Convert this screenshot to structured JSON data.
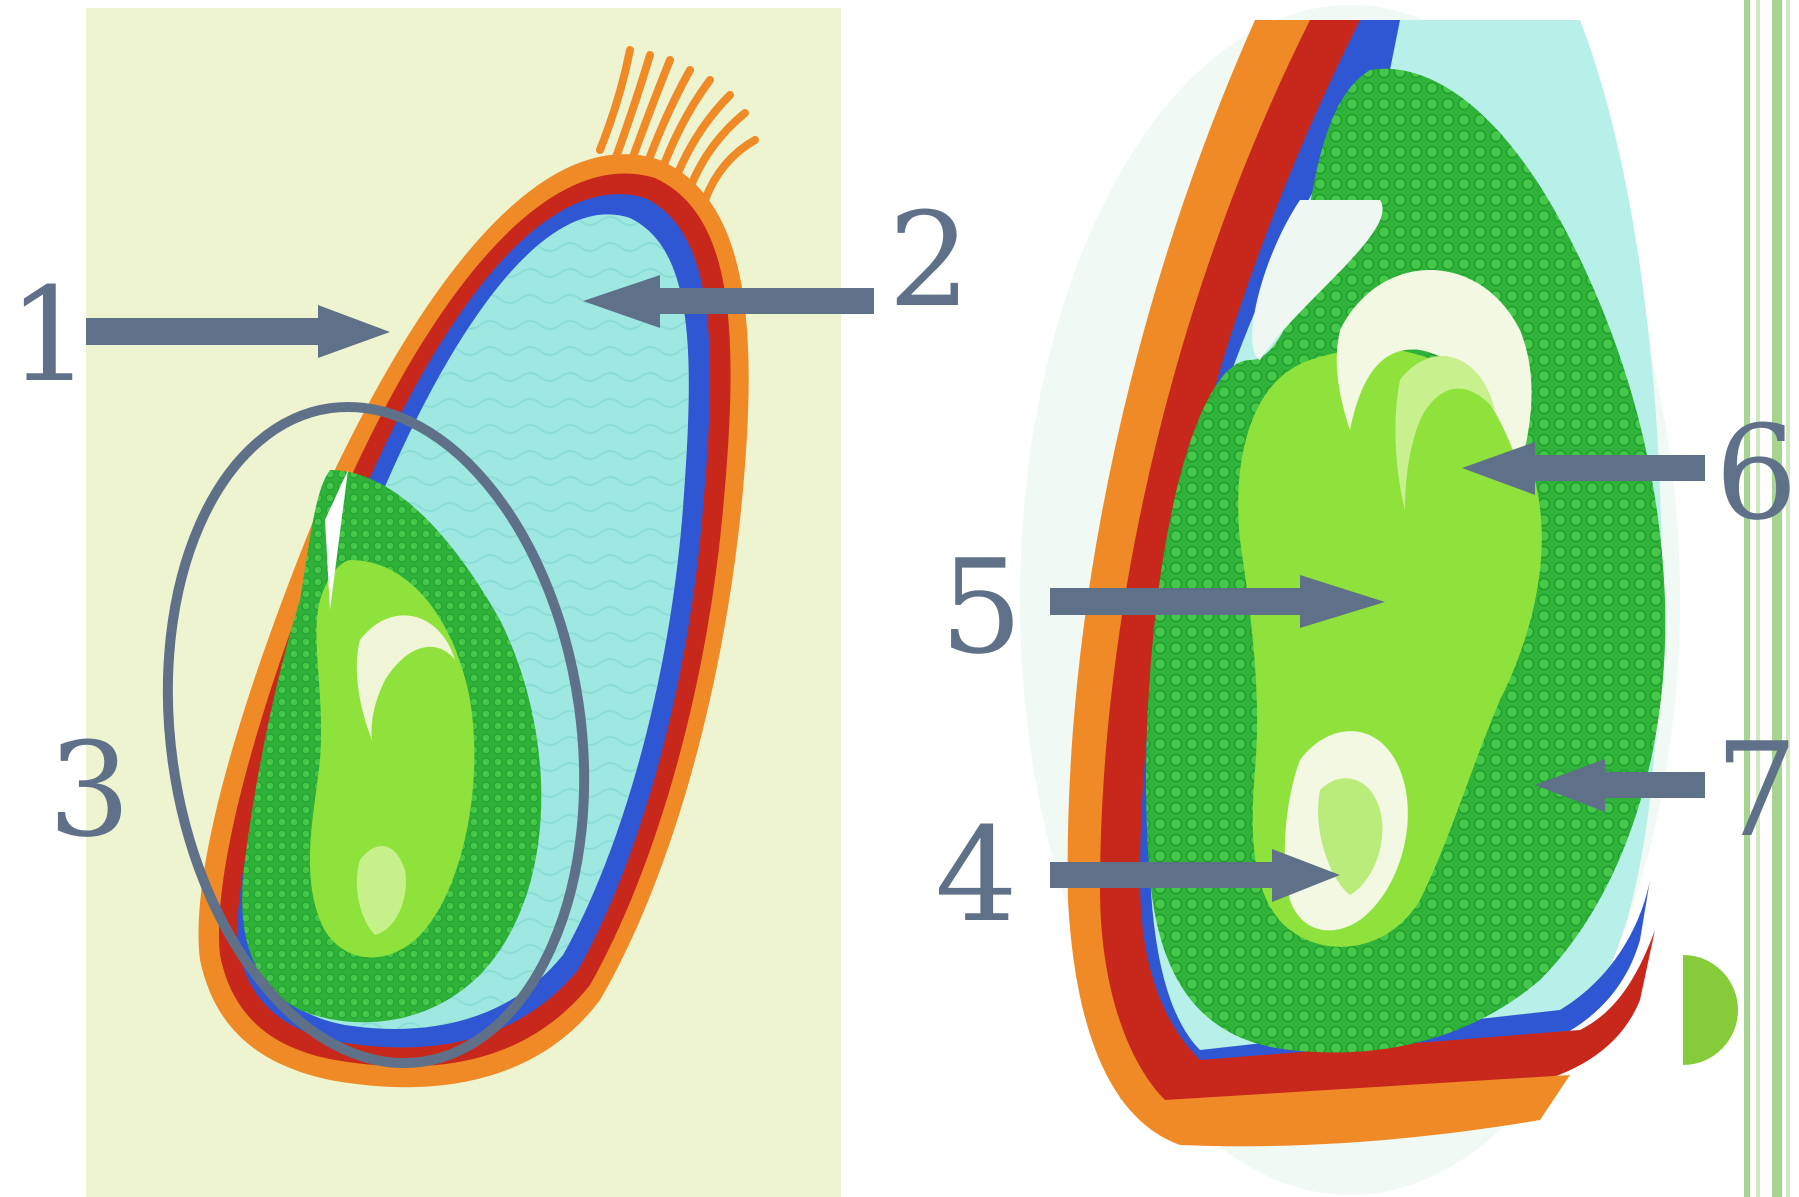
{
  "labels": {
    "l1": "1",
    "l2": "2",
    "l3": "3",
    "l4": "4",
    "l5": "5",
    "l6": "6",
    "l7": "7"
  },
  "colors": {
    "panel_bg": "#eef4cf",
    "pericarp": "#ef8a26",
    "seed_coat": "#c8281b",
    "aleurone": "#2f57d4",
    "endosperm": "#9ee8e1",
    "scutellum": "#33b83e",
    "embryo": "#8fe23c",
    "arrow": "#5f7189",
    "label_text": "#5f7189",
    "slide_bar": "#a7d58f",
    "slide_accent": "#86cc3a"
  }
}
